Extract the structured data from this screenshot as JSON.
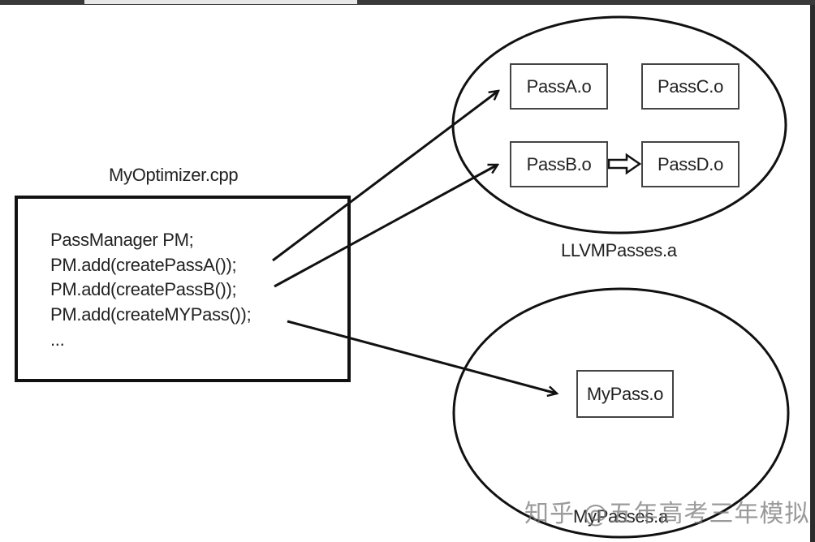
{
  "diagram": {
    "source_file": {
      "title": "MyOptimizer.cpp",
      "code_lines": [
        "PassManager PM;",
        "PM.add(createPassA());",
        "PM.add(createPassB());",
        "PM.add(createMYPass());",
        "..."
      ]
    },
    "llvm_library": {
      "label": "LLVMPasses.a",
      "objects": [
        "PassA.o",
        "PassC.o",
        "PassB.o",
        "PassD.o"
      ]
    },
    "my_library": {
      "label": "MyPasses.a",
      "objects": [
        "MyPass.o"
      ]
    }
  },
  "watermark": "知乎 @五年高考三年模拟"
}
